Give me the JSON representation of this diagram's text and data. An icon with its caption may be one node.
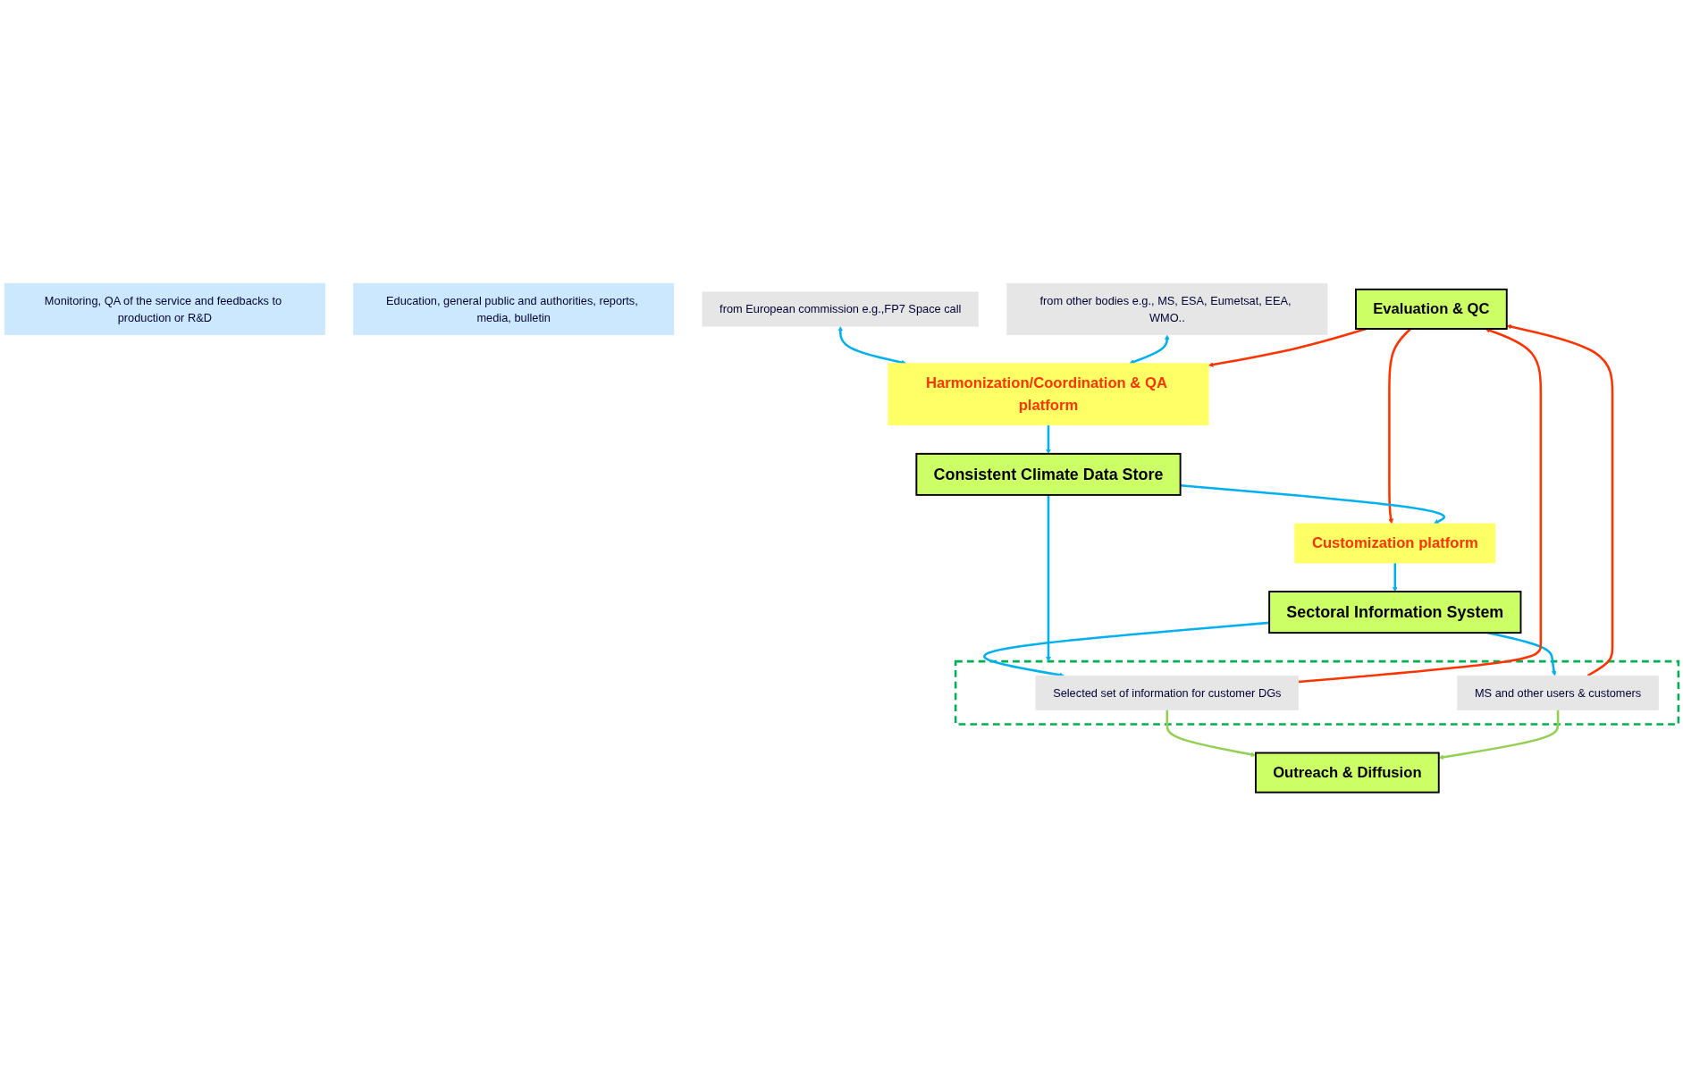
{
  "diagram": {
    "nodes": [
      {
        "text": [
          "from European commission e.g.,FP7 Space call"
        ]
      },
      {
        "text": [
          "from other bodies e.g., MS, ESA, Eumetsat, EEA, WMO.."
        ]
      },
      {
        "text": [
          "Evaluation & QC"
        ]
      },
      {
        "text": [
          "Harmonization/Coordination & QA platform"
        ]
      },
      {
        "text": [
          "Consistent Climate Data Store"
        ]
      },
      {
        "text": [
          "Customization platform"
        ]
      },
      {
        "text": [
          "Sectoral Information System"
        ]
      },
      {
        "text": [
          "Outreach & Diffusion"
        ]
      },
      {
        "text": [],
        "shape": "box"
      },
      {
        "text": [
          "Selected set of information for customer DGs"
        ],
        "in": 8
      },
      {
        "text": [
          "MS and other users & customers"
        ],
        "in": 8
      },
      {
        "text": [
          "Monitoring, QA of the service and feedbacks to production or R&D"
        ]
      },
      {
        "text": [
          "Education, general public and authorities, reports, media, bulletin"
        ]
      }
    ],
    "edges": [
      {
        "from": 0,
        "to": 3,
        "arrow": "both"
      },
      {
        "from": 1,
        "to": 3,
        "arrow": "both"
      },
      {
        "from": 2,
        "to": 3,
        "arrow": "to",
        "color": "#ff3300"
      },
      {
        "from": 2,
        "to": 5,
        "arrow": "to",
        "color": "#ff3300"
      },
      {
        "from": 3,
        "to": 4,
        "arrow": "to"
      },
      {
        "from": 4,
        "to": 5,
        "arrow": "to"
      },
      {
        "from": 5,
        "to": 6,
        "arrow": "to"
      },
      {
        "from": 6,
        "to": 9,
        "arrow": "to"
      },
      {
        "from": 6,
        "to": 10,
        "arrow": "to"
      },
      {
        "from": 4,
        "to": 8,
        "arrow": "to"
      },
      {
        "from": 9,
        "to": 2,
        "arrow": "to",
        "color": "#ff3300"
      },
      {
        "from": 10,
        "to": 2,
        "arrow": "to",
        "color": "#ff3300"
      },
      {
        "from": 9,
        "to": 7,
        "arrow": "to",
        "color": "#92d050"
      },
      {
        "from": 10,
        "to": 7,
        "arrow": "to",
        "color": "#92d050"
      }
    ]
  }
}
